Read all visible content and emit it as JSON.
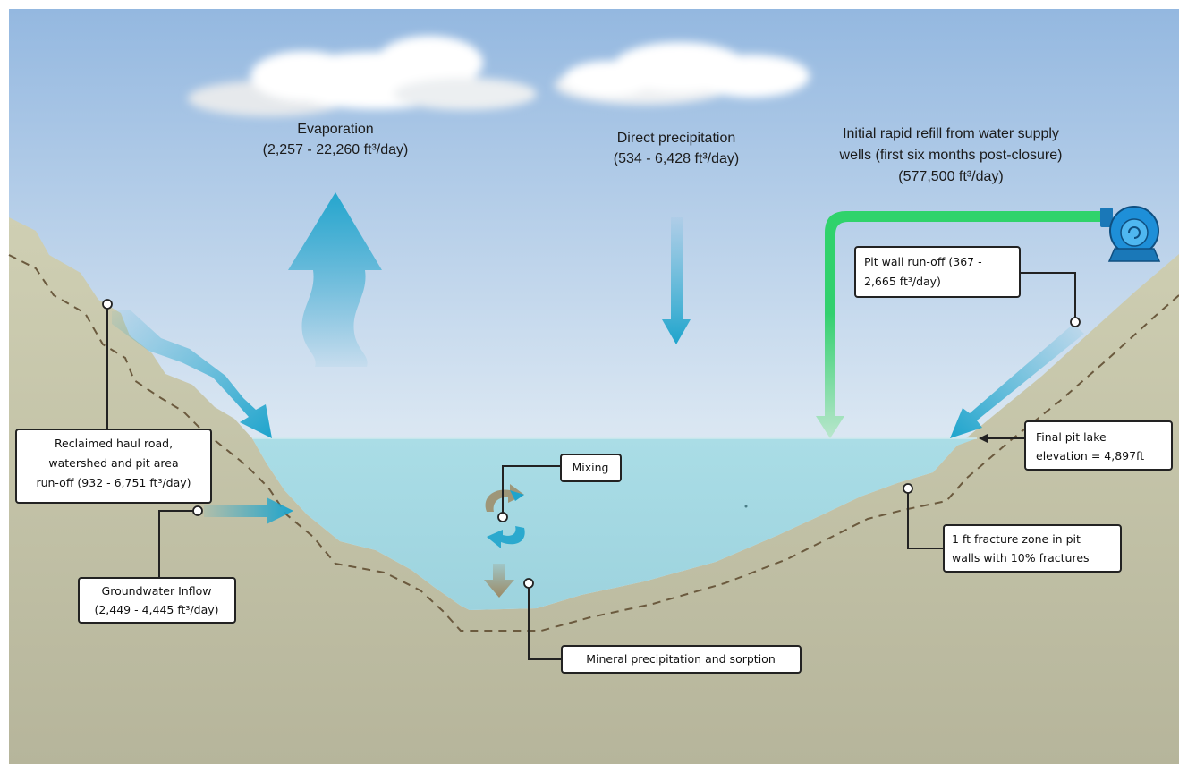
{
  "labels": {
    "evaporation": {
      "title": "Evaporation",
      "range": "(2,257 - 22,260 ft³/day)"
    },
    "direct_precip": {
      "title": "Direct precipitation",
      "range": "(534 - 6,428 ft³/day)"
    },
    "rapid_refill": {
      "line1": "Initial rapid refill from water supply",
      "line2": "wells (first six months post-closure)",
      "line3": "(577,500 ft³/day)"
    },
    "pit_wall_runoff": {
      "line1": "Pit wall run-off (367 -",
      "line2": "2,665 ft³/day)"
    },
    "reclaimed": {
      "line1": "Reclaimed haul road,",
      "line2": "watershed and pit area",
      "line3": "run-off (932 - 6,751 ft³/day)"
    },
    "groundwater": {
      "line1": "Groundwater Inflow",
      "line2": "(2,449 - 4,445 ft³/day)"
    },
    "mixing": "Mixing",
    "mineral": "Mineral precipitation and sorption",
    "final_elev": {
      "line1": "Final pit lake",
      "line2": "elevation  = 4,897ft"
    },
    "fracture": {
      "line1": "1 ft fracture zone in pit",
      "line2": "walls with 10% fractures"
    }
  },
  "colors": {
    "sky_top": "#9cbfe3",
    "sky_bottom": "#f6f8f9",
    "ground": "#bfbea4",
    "ground_upper": "#cfcfb4",
    "water": "#a8dbe4",
    "arrow_blue": "#1ea4cc",
    "pipe_green": "#2fd36b",
    "pump_blue": "#1e8fd8",
    "dash_line": "#6b5a3e",
    "sediment": "#9c8a65"
  },
  "icons": [
    "cloud",
    "pump-icon",
    "mixing-cycle-icon",
    "sediment-arrow-icon"
  ]
}
